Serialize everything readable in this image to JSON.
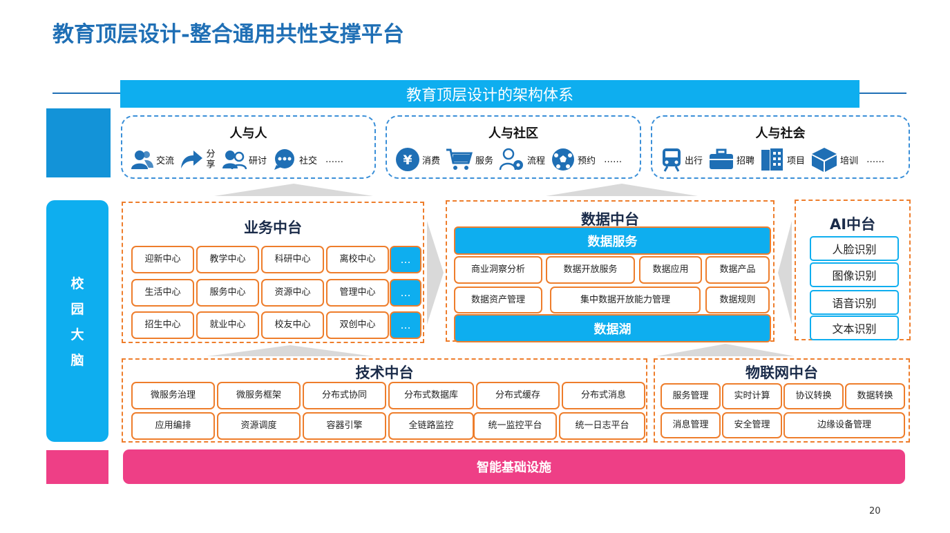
{
  "title": "教育顶层设计-整合通用共性支撑平台",
  "banner": "教育顶层设计的架构体系",
  "left_label": [
    "校",
    "园",
    "大",
    "脑"
  ],
  "top_groups": [
    {
      "title": "人与人",
      "items": [
        {
          "label": "交流",
          "icon": "users-icon"
        },
        {
          "label": "分享",
          "icon": "share-arrow-icon"
        },
        {
          "label": "研讨",
          "icon": "people-discussion-icon"
        },
        {
          "label": "社交",
          "icon": "chat-bubble-icon"
        }
      ],
      "ellipsis": "……"
    },
    {
      "title": "人与社区",
      "items": [
        {
          "label": "消费",
          "icon": "yen-coin-icon"
        },
        {
          "label": "服务",
          "icon": "shopping-cart-icon"
        },
        {
          "label": "流程",
          "icon": "user-gear-icon"
        },
        {
          "label": "预约",
          "icon": "soccer-ball-icon"
        }
      ],
      "ellipsis": "……"
    },
    {
      "title": "人与社会",
      "items": [
        {
          "label": "出行",
          "icon": "train-icon"
        },
        {
          "label": "招聘",
          "icon": "briefcase-icon"
        },
        {
          "label": "项目",
          "icon": "building-icon"
        },
        {
          "label": "培训",
          "icon": "cube-icon"
        }
      ],
      "ellipsis": "……"
    }
  ],
  "business": {
    "title": "业务中台",
    "rows": [
      [
        "迎新中心",
        "教学中心",
        "科研中心",
        "离校中心",
        "…"
      ],
      [
        "生活中心",
        "服务中心",
        "资源中心",
        "管理中心",
        "…"
      ],
      [
        "招生中心",
        "就业中心",
        "校友中心",
        "双创中心",
        "…"
      ]
    ]
  },
  "data_center": {
    "title": "数据中台",
    "service_bar": "数据服务",
    "row1": [
      "商业洞察分析",
      "数据开放服务",
      "数据应用",
      "数据产品"
    ],
    "row2": [
      "数据资产管理",
      "集中数据开放能力管理",
      "数据规则"
    ],
    "lake_bar": "数据湖"
  },
  "ai_center": {
    "title": "AI中台",
    "items": [
      "人脸识别",
      "图像识别",
      "语音识别",
      "文本识别"
    ]
  },
  "tech_center": {
    "title": "技术中台",
    "row1": [
      "微服务治理",
      "微服务框架",
      "分布式协同",
      "分布式数据库",
      "分布式缓存",
      "分布式消息"
    ],
    "row2": [
      "应用编排",
      "资源调度",
      "容器引擎",
      "全链路监控",
      "统一监控平台",
      "统一日志平台"
    ]
  },
  "iot_center": {
    "title": "物联网中台",
    "row1": [
      "服务管理",
      "实时计算",
      "协议转换",
      "数据转换"
    ],
    "row2": [
      "消息管理",
      "安全管理",
      "边缘设备管理"
    ]
  },
  "infrastructure": "智能基础设施",
  "page_number": "20",
  "colors": {
    "accent_blue": "#0eaeef",
    "title_blue": "#1f6fb5",
    "orange": "#ee7d2b",
    "pink": "#ee3f86"
  }
}
